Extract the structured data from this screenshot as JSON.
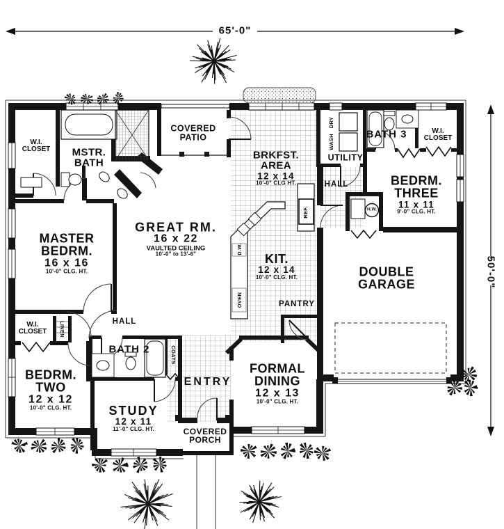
{
  "dimensions": {
    "width": "65'-0\"",
    "depth": "50'-0\""
  },
  "rooms": {
    "master_bedroom": {
      "name": "MASTER BEDRM.",
      "size": "16 x 16",
      "ceiling": "10'-0\" CLG. HT."
    },
    "great_room": {
      "name": "GREAT RM.",
      "size": "16 x 22",
      "note": "VAULTED CEILING",
      "ceiling": "10'-0\" to 13'-6\""
    },
    "breakfast_area": {
      "name": "BRKFST. AREA",
      "size": "12 x 14",
      "ceiling": "10'-0\" CLG HT."
    },
    "kitchen": {
      "name": "KIT.",
      "size": "12 x 14",
      "ceiling": "10'-0\" CLG. HT."
    },
    "bedroom_three": {
      "name": "BEDRM. THREE",
      "size": "11 x 11",
      "ceiling": "9'-0\" CLG. HT."
    },
    "garage": {
      "name": "DOUBLE GARAGE"
    },
    "bedroom_two": {
      "name": "BEDRM. TWO",
      "size": "12 x 12",
      "ceiling": "10'-0\" CLG. HT."
    },
    "study": {
      "name": "STUDY",
      "size": "12 x 11",
      "ceiling": "11'-0\" CLG. HT."
    },
    "formal_dining": {
      "name": "FORMAL DINING",
      "size": "12 x 13",
      "ceiling": "10'-0\" CLG. HT."
    },
    "entry": {
      "name": "ENTRY"
    },
    "covered_patio": {
      "name": "COVERED PATIO"
    },
    "covered_porch": {
      "name": "COVERED PORCH"
    },
    "master_bath": {
      "name": "MSTR. BATH"
    },
    "bath_two": {
      "name": "BATH 2"
    },
    "bath_three": {
      "name": "BATH 3"
    },
    "utility": {
      "name": "UTILITY"
    },
    "pantry": {
      "name": "PANTRY"
    },
    "hall_left": {
      "name": "HALL"
    },
    "hall_right": {
      "name": "HALL"
    },
    "closet_master": {
      "name": "W.I. CLOSET"
    },
    "closet_two": {
      "name": "W.I. CLOSET"
    },
    "closet_three": {
      "name": "W.I. CLOSET"
    },
    "linen": {
      "name": "LINEN"
    },
    "coats": {
      "name": "COATS"
    }
  },
  "appliances": {
    "dryer": "DRY",
    "washer": "WASH",
    "dishwasher": "D.W.",
    "oven": "OVEN",
    "refrigerator": "REF.",
    "water_heater": "H.W."
  }
}
